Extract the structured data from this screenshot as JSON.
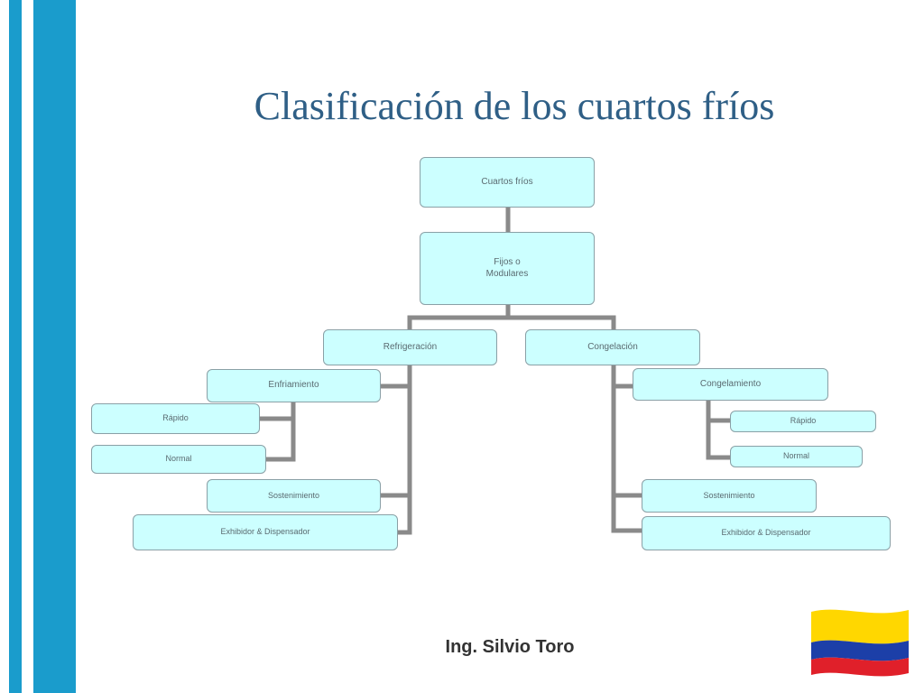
{
  "slide": {
    "title": "Clasificación de los cuartos fríos",
    "author": "Ing. Silvio Toro",
    "accent_color": "#1a9ccc",
    "title_color": "#2f5f86",
    "node_fill": "#ccffff",
    "connector_color": "#8a8a8a"
  },
  "diagram": {
    "root": "Cuartos fríos",
    "level2": "Fijos o\nModulares",
    "refrigeracion": {
      "label": "Refrigeración",
      "enfriamiento": "Enfriamiento",
      "enfriamiento_rapido": "Rápido",
      "enfriamiento_normal": "Normal",
      "sostenimiento": "Sostenimiento",
      "exhibidor": "Exhibidor & Dispensador"
    },
    "congelacion": {
      "label": "Congelación",
      "congelamiento": "Congelamiento",
      "congelamiento_rapido": "Rápido",
      "congelamiento_normal": "Normal",
      "sostenimiento": "Sostenimiento",
      "exhibidor": "Exhibidor & Dispensador"
    }
  },
  "flag": {
    "icon": "colombia-flag-icon",
    "colors": [
      "#ffd700",
      "#1c3fa8",
      "#e0202a"
    ]
  }
}
